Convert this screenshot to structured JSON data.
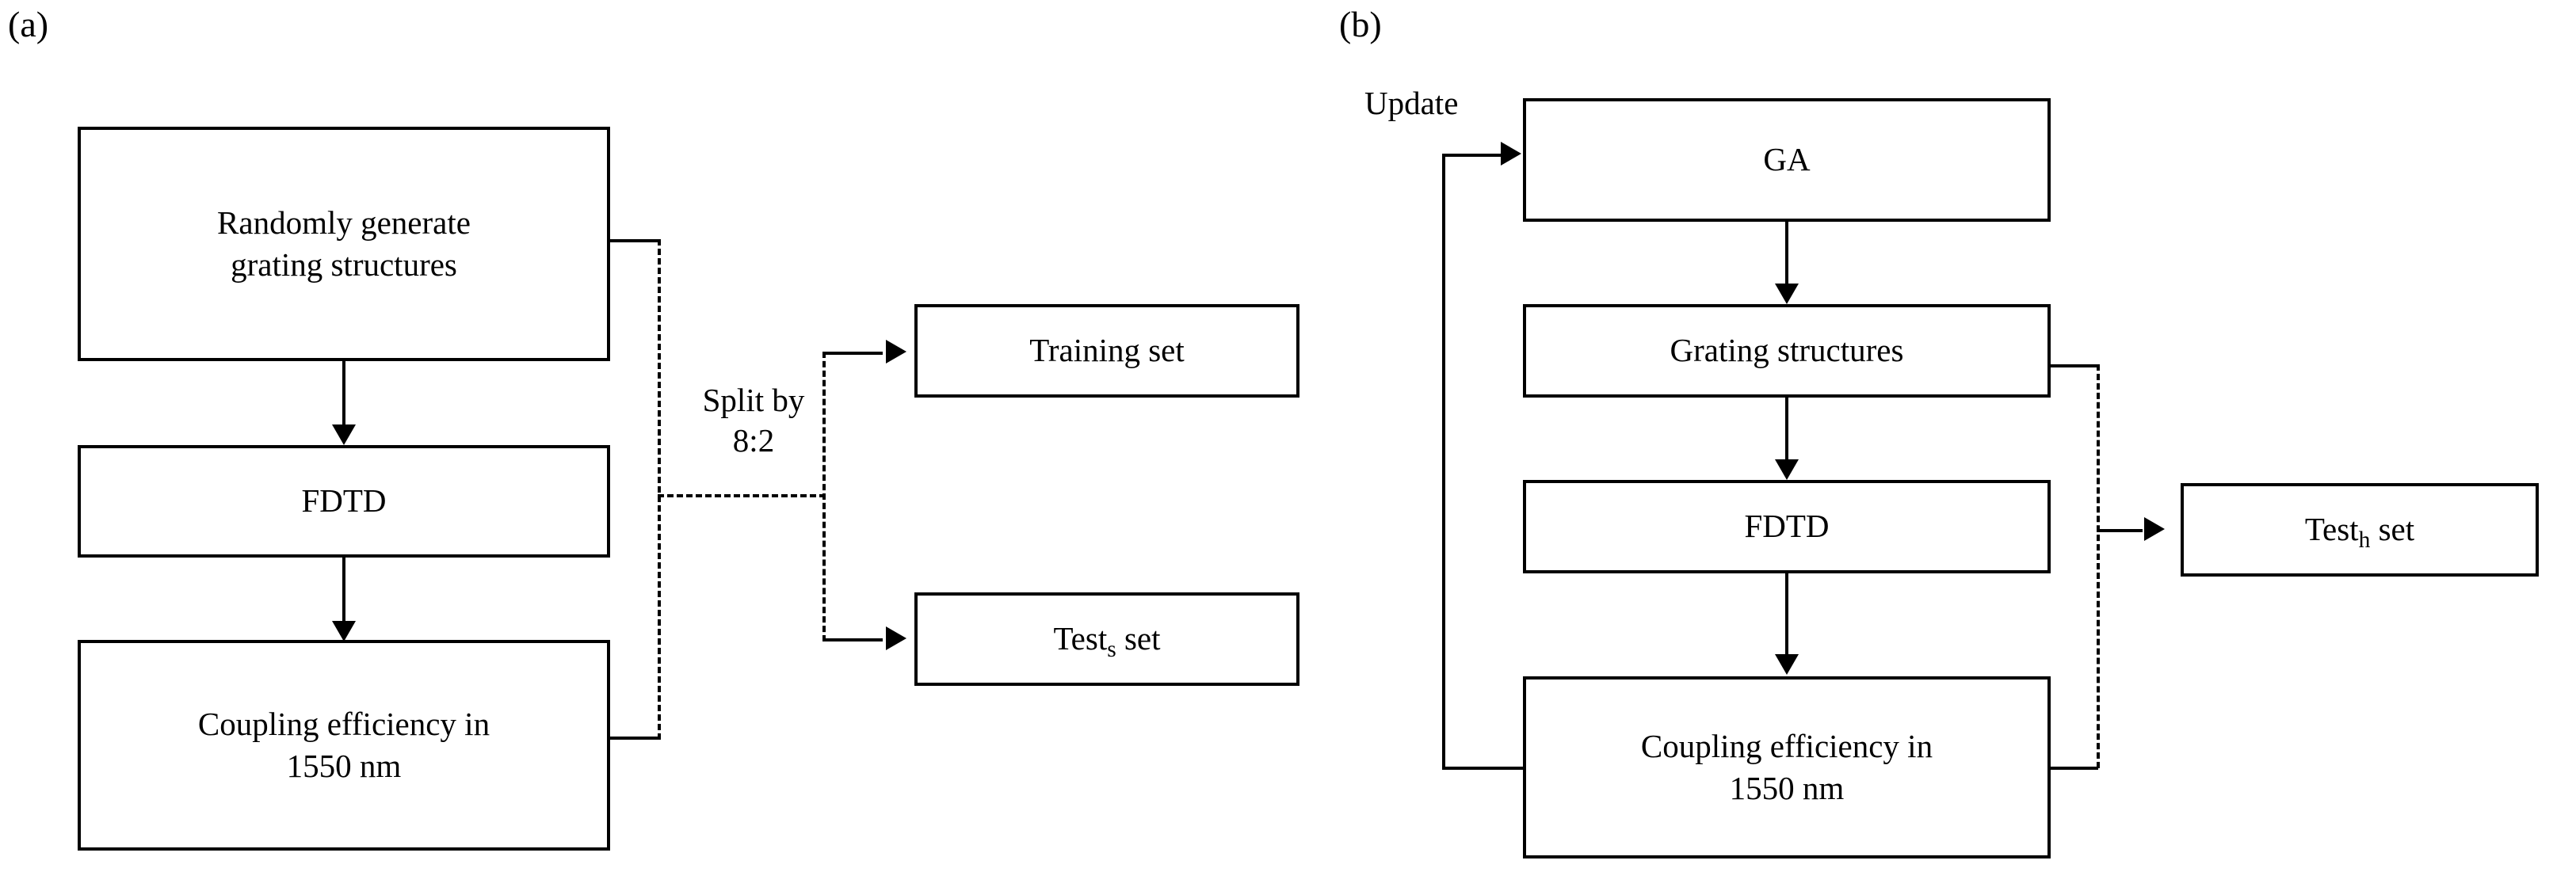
{
  "figure": {
    "type": "flowchart",
    "panels": [
      {
        "id": "a",
        "label": "(a)",
        "nodes": [
          {
            "id": "a-random-generate",
            "text": "Randomly generate\ngrating structures"
          },
          {
            "id": "a-fdtd",
            "text": "FDTD"
          },
          {
            "id": "a-coupling",
            "text": "Coupling efficiency in\n1550 nm"
          },
          {
            "id": "a-training-set",
            "text": "Training set"
          },
          {
            "id": "a-test-s-set",
            "text_prefix": "Test",
            "text_sub": "s",
            "text_suffix": " set"
          }
        ],
        "edge_labels": [
          {
            "id": "a-split-label",
            "text": "Split by\n8:2"
          }
        ]
      },
      {
        "id": "b",
        "label": "(b)",
        "nodes": [
          {
            "id": "b-ga",
            "text": "GA"
          },
          {
            "id": "b-grating-structures",
            "text": "Grating structures"
          },
          {
            "id": "b-fdtd",
            "text": "FDTD"
          },
          {
            "id": "b-coupling",
            "text": "Coupling efficiency in\n1550 nm"
          },
          {
            "id": "b-test-h-set",
            "text_prefix": "Test",
            "text_sub": "h",
            "text_suffix": " set"
          }
        ],
        "edge_labels": [
          {
            "id": "b-update-label",
            "text": "Update"
          }
        ]
      }
    ]
  },
  "panel_a": {
    "label": "(a)",
    "box_random_generate": "Randomly generate\ngrating structures",
    "box_fdtd": "FDTD",
    "box_coupling": "Coupling efficiency in\n1550 nm",
    "box_training_set": "Training set",
    "box_test_s_prefix": "Test",
    "box_test_s_sub": "s",
    "box_test_s_suffix": " set",
    "split_label": "Split by\n8:2"
  },
  "panel_b": {
    "label": "(b)",
    "update_label": "Update",
    "box_ga": "GA",
    "box_grating_structures": "Grating structures",
    "box_fdtd": "FDTD",
    "box_coupling": "Coupling efficiency in\n1550 nm",
    "box_test_h_prefix": "Test",
    "box_test_h_sub": "h",
    "box_test_h_suffix": " set"
  },
  "style": {
    "stroke_color": "#000000",
    "background_color": "#ffffff",
    "text_color": "#000000"
  }
}
